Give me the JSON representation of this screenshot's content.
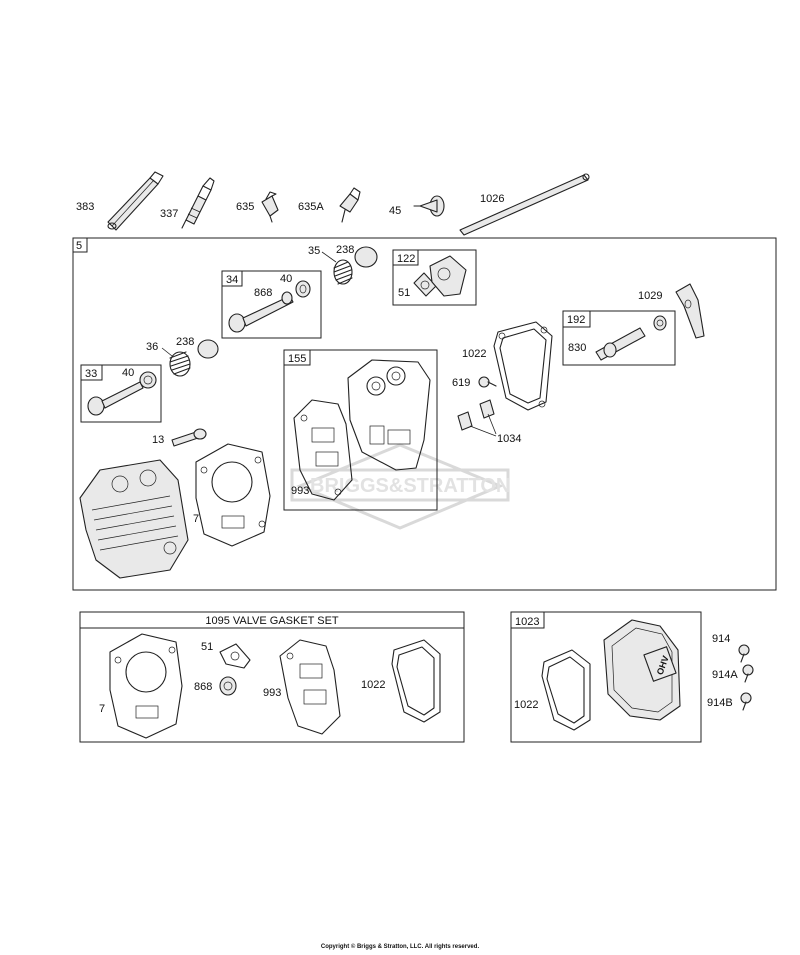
{
  "watermark": {
    "brand": "BRIGGS&STRATTON"
  },
  "top_parts": [
    {
      "id": "383",
      "label": "383"
    },
    {
      "id": "337",
      "label": "337"
    },
    {
      "id": "635",
      "label": "635"
    },
    {
      "id": "635A",
      "label": "635A"
    },
    {
      "id": "45",
      "label": "45"
    },
    {
      "id": "1026",
      "label": "1026"
    }
  ],
  "cylinder_head_assembly": {
    "label": "5",
    "parts": {
      "p35": "35",
      "p238a": "238",
      "p34": "34",
      "p40a": "40",
      "p868": "868",
      "p122": "122",
      "p51": "51",
      "p1029": "1029",
      "p36": "36",
      "p238b": "238",
      "p1022": "1022",
      "p192": "192",
      "p830": "830",
      "p33": "33",
      "p40b": "40",
      "p155": "155",
      "p619": "619",
      "p1034": "1034",
      "p13": "13",
      "p993": "993",
      "p7": "7"
    }
  },
  "valve_gasket_set": {
    "title": "1095 VALVE GASKET SET",
    "parts": {
      "p7": "7",
      "p51": "51",
      "p868": "868",
      "p993": "993",
      "p1022": "1022"
    }
  },
  "valve_cover_kit": {
    "label": "1023",
    "cover_emblem": "OHV",
    "parts": {
      "p1022": "1022",
      "p914": "914",
      "p914A": "914A",
      "p914B": "914B"
    }
  },
  "copyright": "Copyright © Briggs & Stratton, LLC. All rights reserved."
}
